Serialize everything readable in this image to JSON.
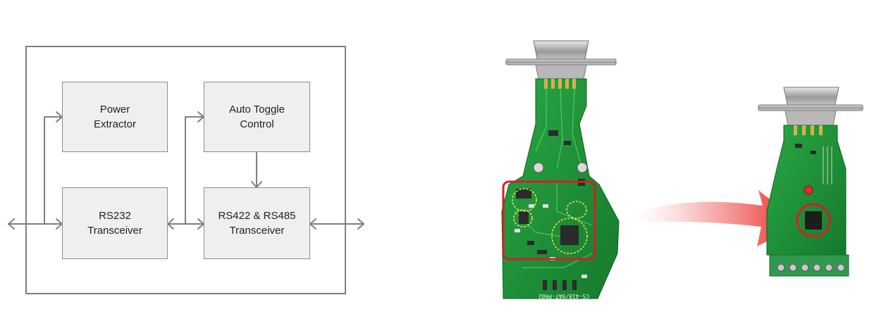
{
  "diagram": {
    "blocks": {
      "power": {
        "line1": "Power",
        "line2": "Extractor"
      },
      "toggle": {
        "line1": "Auto Toggle",
        "line2": "Control"
      },
      "rs232": {
        "line1": "RS232",
        "line2": "Transceiver"
      },
      "rs485": {
        "line1": "RS422 & RS485",
        "line2": "Transceiver"
      }
    },
    "colors": {
      "line": "#7f7f7f",
      "block_fill": "#efefef",
      "block_border": "#8c8c8c",
      "highlight_red": "#d41f26",
      "pcb_green": "#1f9a3a"
    }
  },
  "photos": [
    {
      "id": "old-board",
      "silkscreen": "CS-418/9AT-PR02"
    },
    {
      "id": "new-board"
    }
  ]
}
